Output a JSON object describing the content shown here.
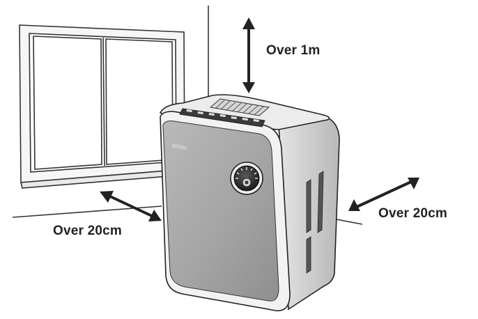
{
  "labels": {
    "top_clearance": "Over 1m",
    "left_clearance": "Over 20cm",
    "right_clearance": "Over 20cm"
  },
  "device": {
    "brand_mark": "Winix"
  },
  "colors": {
    "line": "#222222",
    "front_panel": "#a3a3a3",
    "side_panel": "#c9c9c9",
    "top_panel": "#e6e6e6",
    "dial": "#2b2b2b"
  }
}
